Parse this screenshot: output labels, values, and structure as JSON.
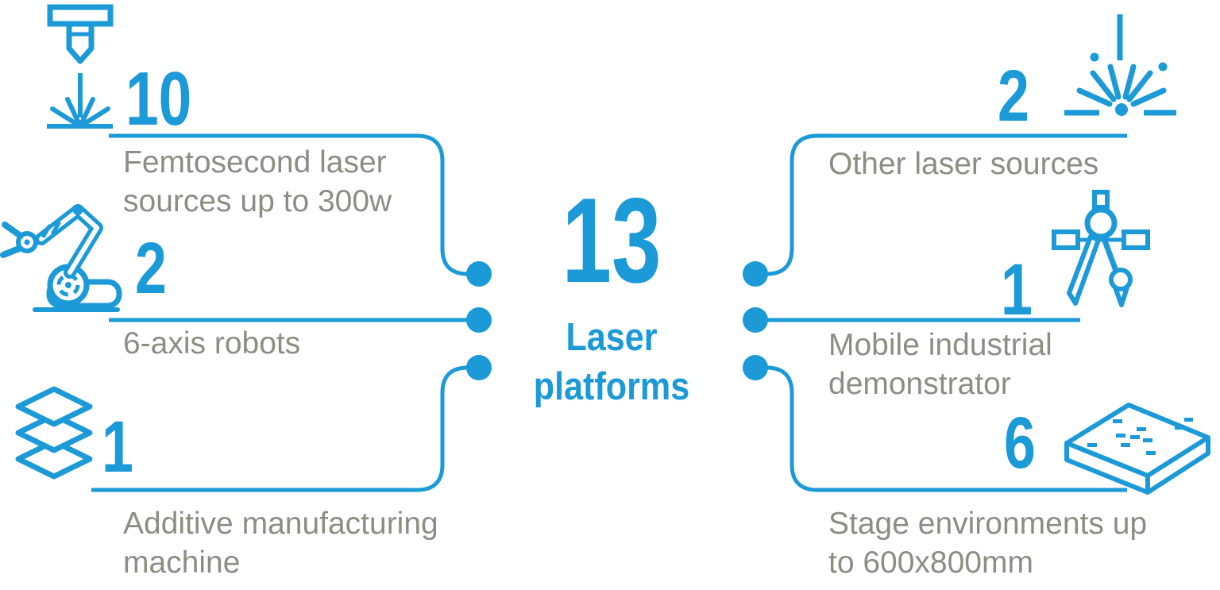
{
  "title": "Laser platforms infographic",
  "colors": {
    "accent_blue": "#1B9AD7",
    "text_gray": "#8D8D86",
    "background": "#FFFFFF"
  },
  "center": {
    "value": "13",
    "label_line1": "Laser",
    "label_line2": "platforms"
  },
  "left_items": [
    {
      "value": "10",
      "label": "Femtosecond laser sources up to 300w",
      "line1": "Femtosecond laser",
      "line2": "sources up to 300w",
      "icon": "laser-cutting-head-icon"
    },
    {
      "value": "2",
      "label": "6-axis robots",
      "line1": "6-axis robots",
      "line2": "",
      "icon": "robot-arm-icon"
    },
    {
      "value": "1",
      "label": "Additive manufacturing machine",
      "line1": "Additive manufacturing",
      "line2": "machine",
      "icon": "layers-icon"
    }
  ],
  "right_items": [
    {
      "value": "2",
      "label": "Other laser sources",
      "line1": "Other laser sources",
      "line2": "",
      "icon": "laser-spark-icon"
    },
    {
      "value": "1",
      "label": "Mobile industrial demonstrator",
      "line1": "Mobile industrial",
      "line2": "demonstrator",
      "icon": "drafting-compass-icon"
    },
    {
      "value": "6",
      "label": "Stage environments up to 600x800mm",
      "line1": "Stage environments up",
      "line2": "to 600x800mm",
      "icon": "stage-platform-icon"
    }
  ]
}
